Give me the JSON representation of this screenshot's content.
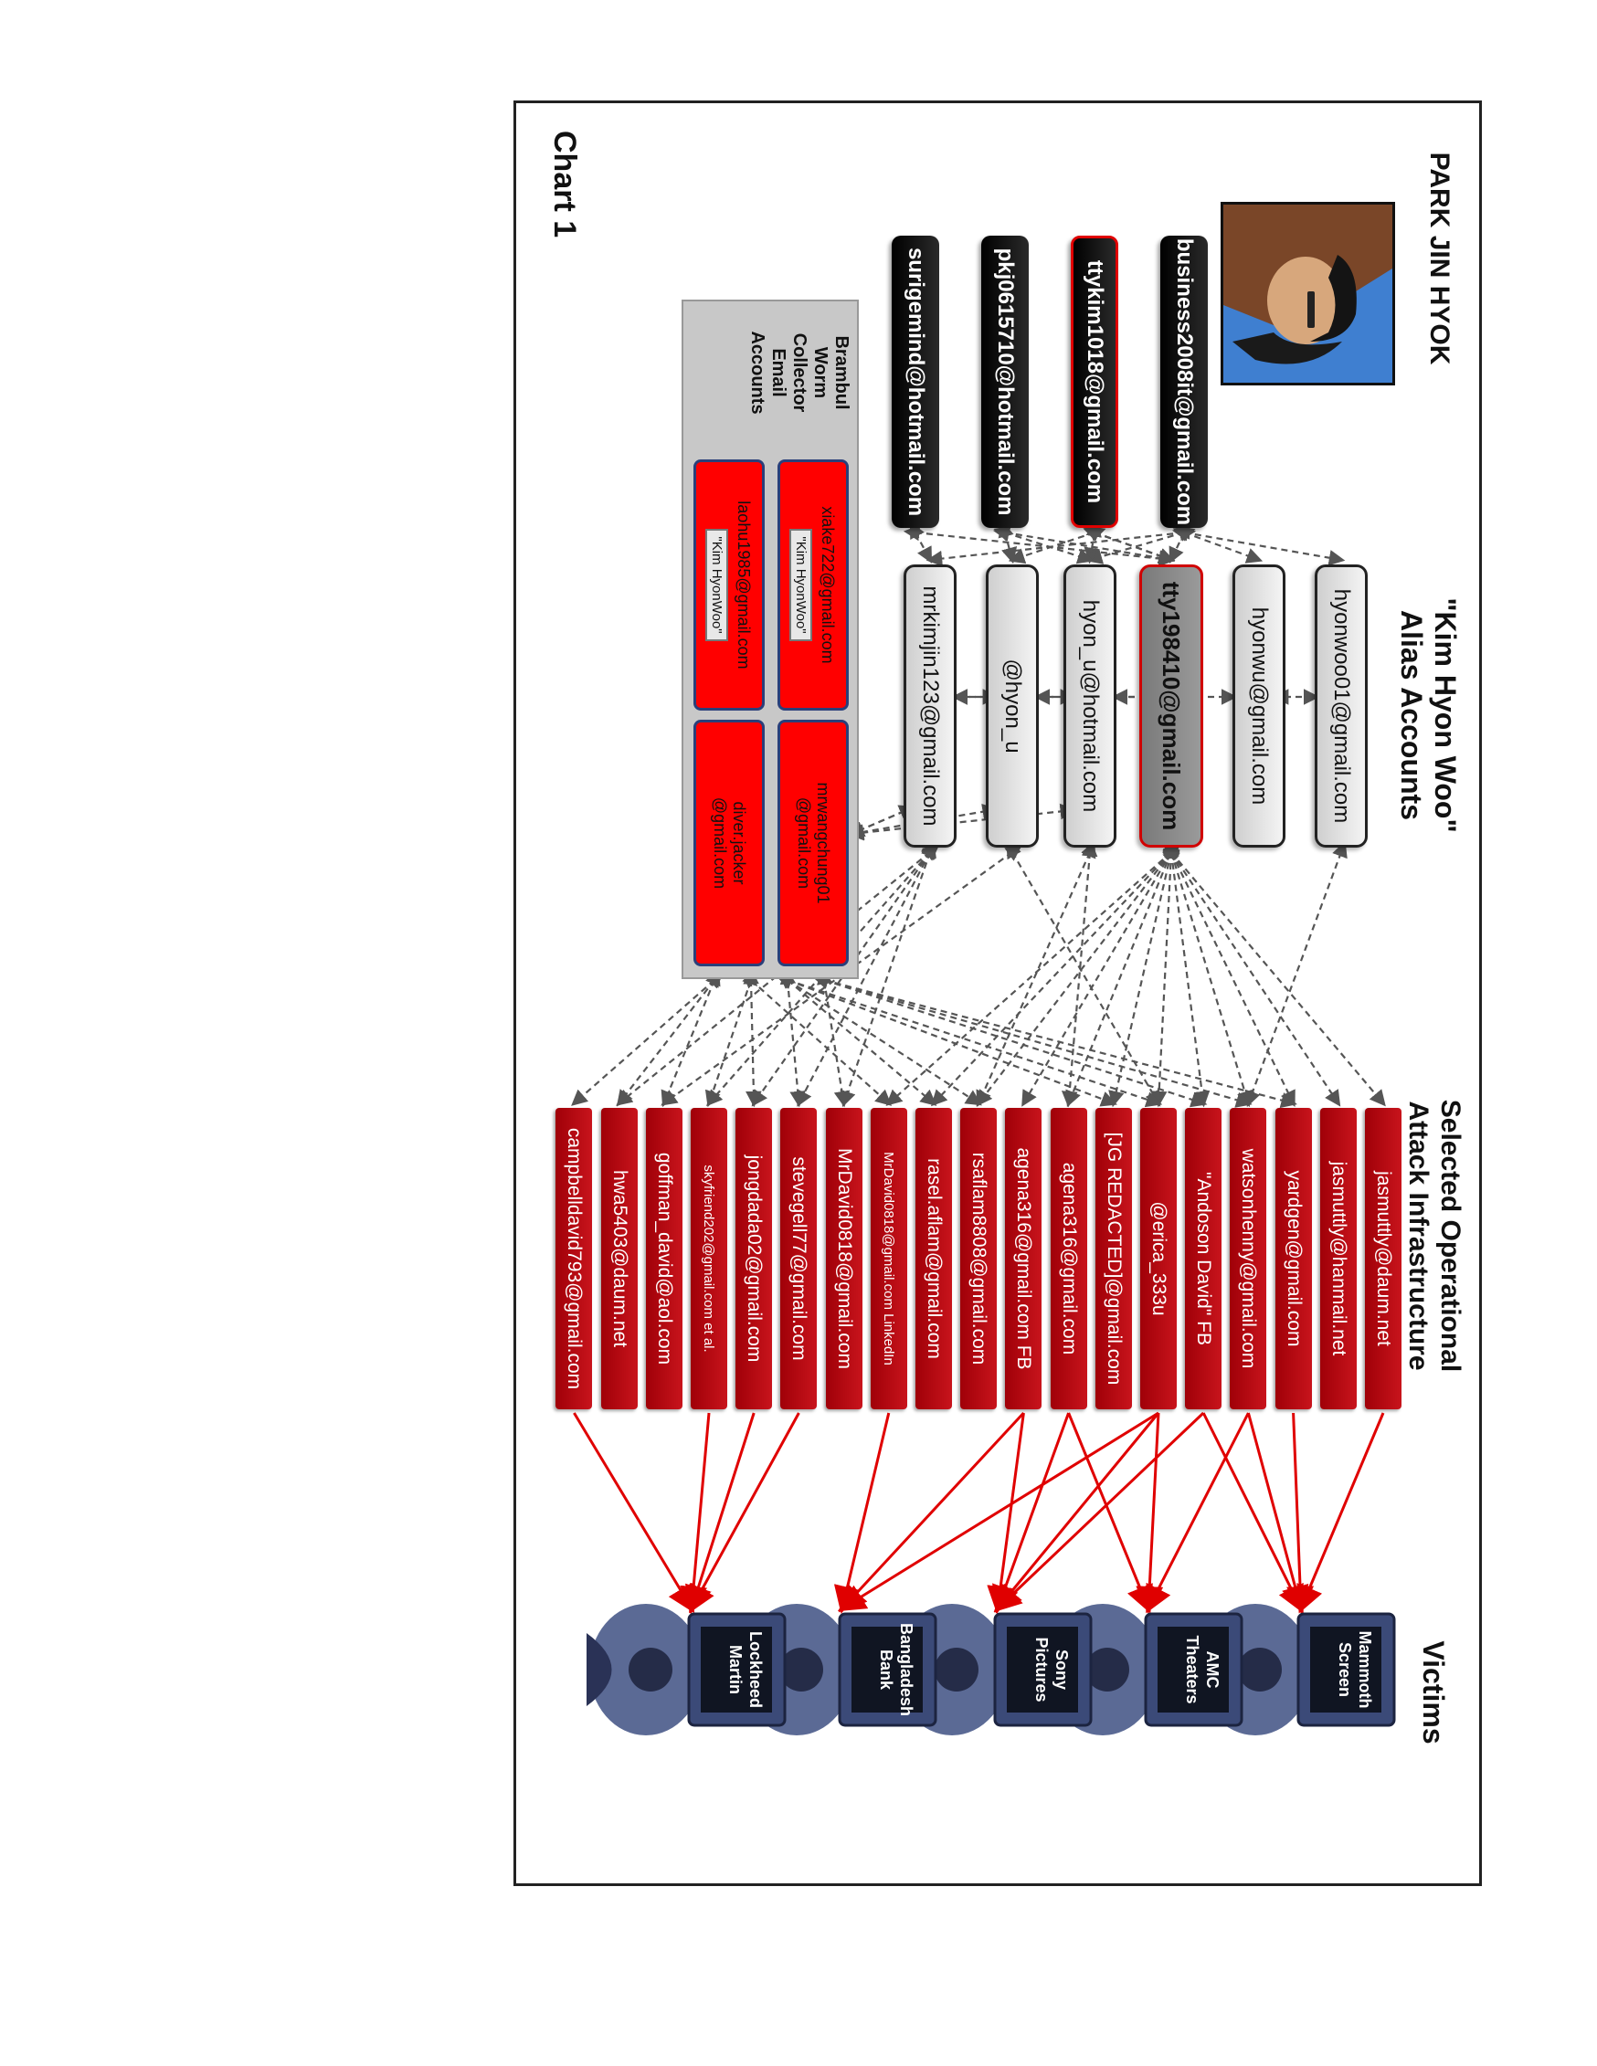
{
  "chart_title": "Chart 1",
  "columns": {
    "subject": "PARK JIN HYOK",
    "alias": "\"Kim Hyon Woo\"\nAlias Accounts",
    "infrastructure": "Selected Operational\nAttack Infrastructure",
    "victims": "Victims"
  },
  "park_accounts": [
    "business2008it@gmail.com",
    "ttykim1018@gmail.com",
    "pkj0615710@hotmail.com",
    "surigemind@hotmail.com"
  ],
  "alias_accounts": [
    "hyonwoo01@gmail.com",
    "hyonwu@gmail.com",
    "tty198410@gmail.com",
    "hyon_u@hotmail.com",
    "@hyon_u",
    "mrkimjin123@gmail.com"
  ],
  "collector": {
    "title": "Brambul Worm\nCollector Email\nAccounts",
    "accounts": [
      {
        "email": "xiake722@gmail.com",
        "alias": "\"Kim HyonWoo\""
      },
      {
        "email": "mrwangchung01\n@gmail.com",
        "alias": ""
      },
      {
        "email": "laohu1985@gmail.com",
        "alias": "\"Kim HyonWoo\""
      },
      {
        "email": "diver.jacker\n@gmail.com",
        "alias": ""
      }
    ]
  },
  "infrastructure": [
    "jasmuttly@daum.net",
    "jasmuttly@hanmail.net",
    "yardgen@gmail.com",
    "watsonhenny@gmail.com",
    "\"Andoson David\" FB",
    "@erica_333u",
    "[JG REDACTED]@gmail.com",
    "agena316@gmail.com",
    "agena316@gmail.com FB",
    "rsaflam8808@gmail.com",
    "rasel.aflam@gmail.com",
    "MrDavid0818@gmail.com LinkedIn",
    "MrDavid0818@gmail.com",
    "stevegell77@gmail.com",
    "jongdada02@gmail.com",
    "skyfriend202@gmail.com et al.",
    "goffman_david@aol.com",
    "hwa5403@daum.net",
    "campbelldavid793@gmail.com"
  ],
  "victims": [
    "Mammoth\nScreen",
    "AMC\nTheaters",
    "Sony\nPictures",
    "Bangladesh\nBank",
    "Lockheed\nMartin"
  ],
  "colors": {
    "infra": "#b00010",
    "collector": "#ff0000",
    "victim_body": "#4a5a86",
    "victim_arrow": "#e00000",
    "dashed": "#555555"
  }
}
